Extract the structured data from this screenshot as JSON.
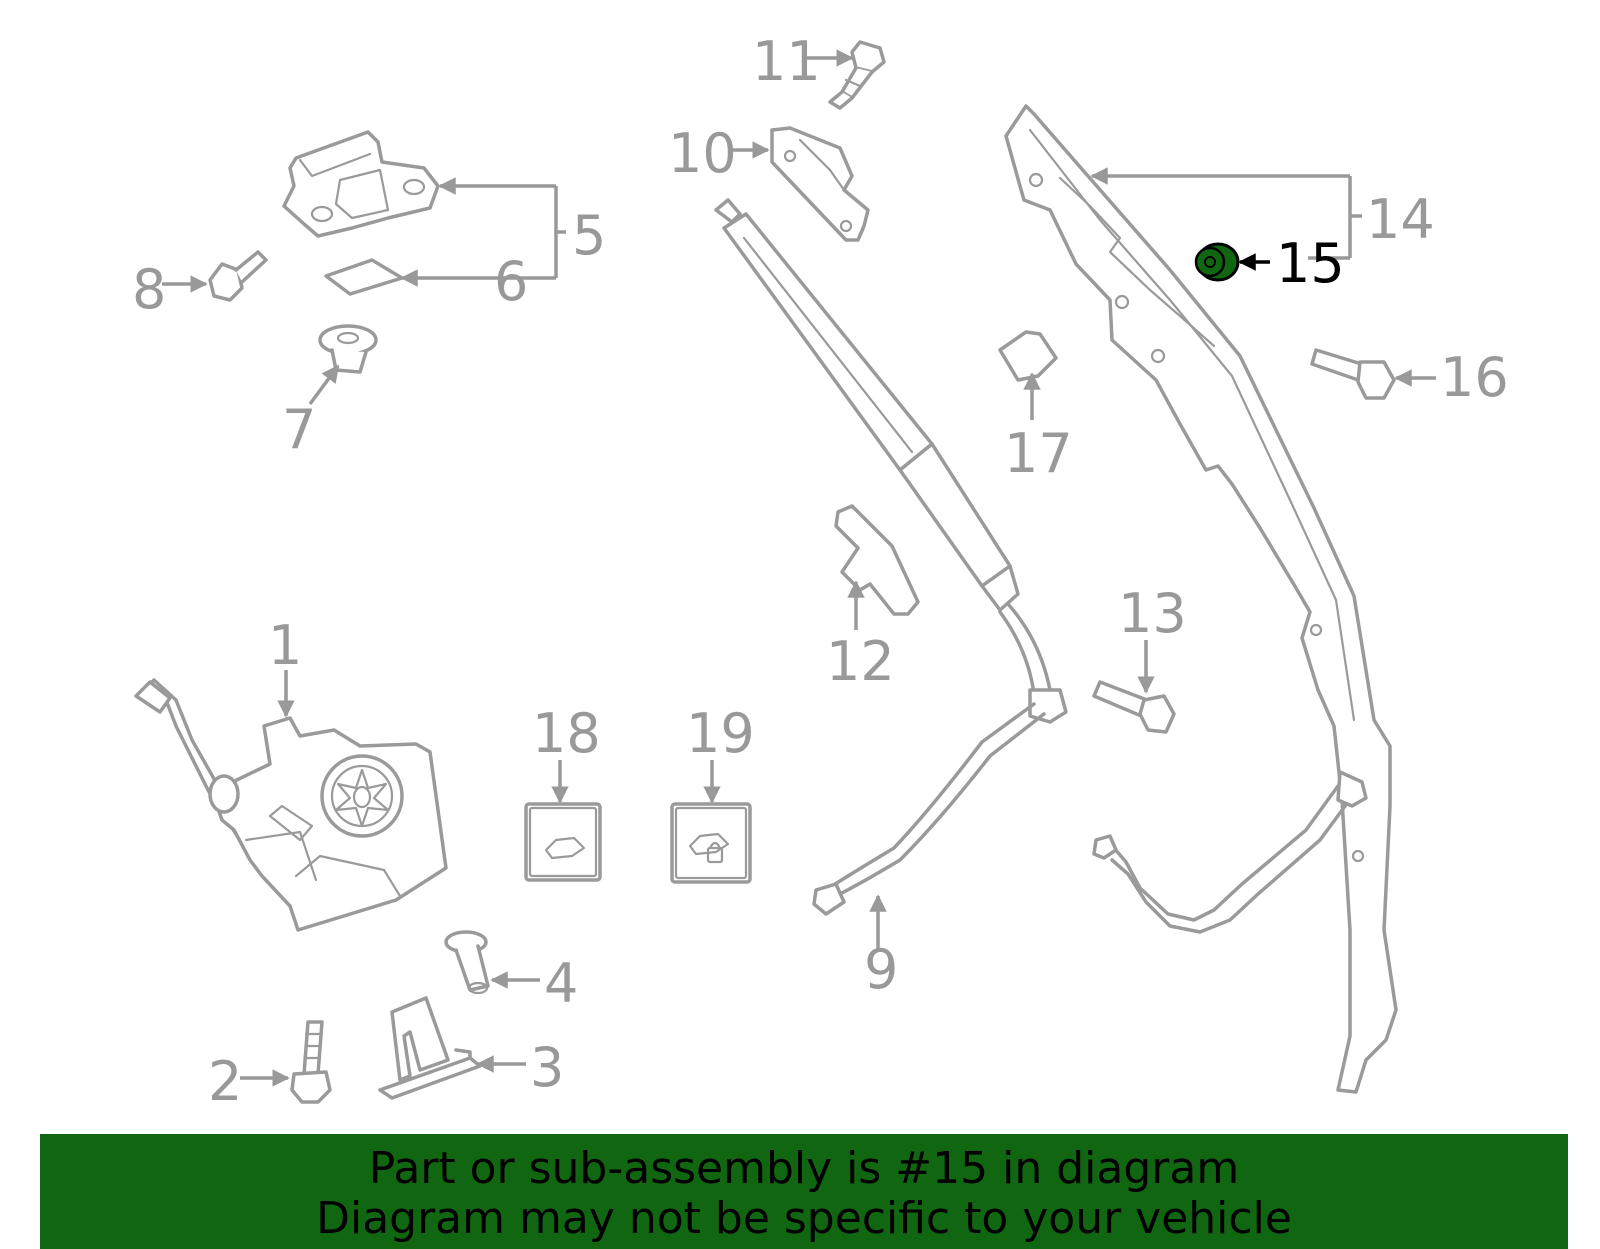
{
  "diagram": {
    "highlight_part": "15",
    "highlight_color": "#116611",
    "callouts": [
      "1",
      "2",
      "3",
      "4",
      "5",
      "6",
      "7",
      "8",
      "9",
      "10",
      "11",
      "12",
      "13",
      "14",
      "15",
      "16",
      "17",
      "18",
      "19"
    ]
  },
  "banner": {
    "line1": "Part or sub-assembly is #15 in diagram",
    "line2": "Diagram may not be specific to your vehicle",
    "background": "#116611"
  }
}
